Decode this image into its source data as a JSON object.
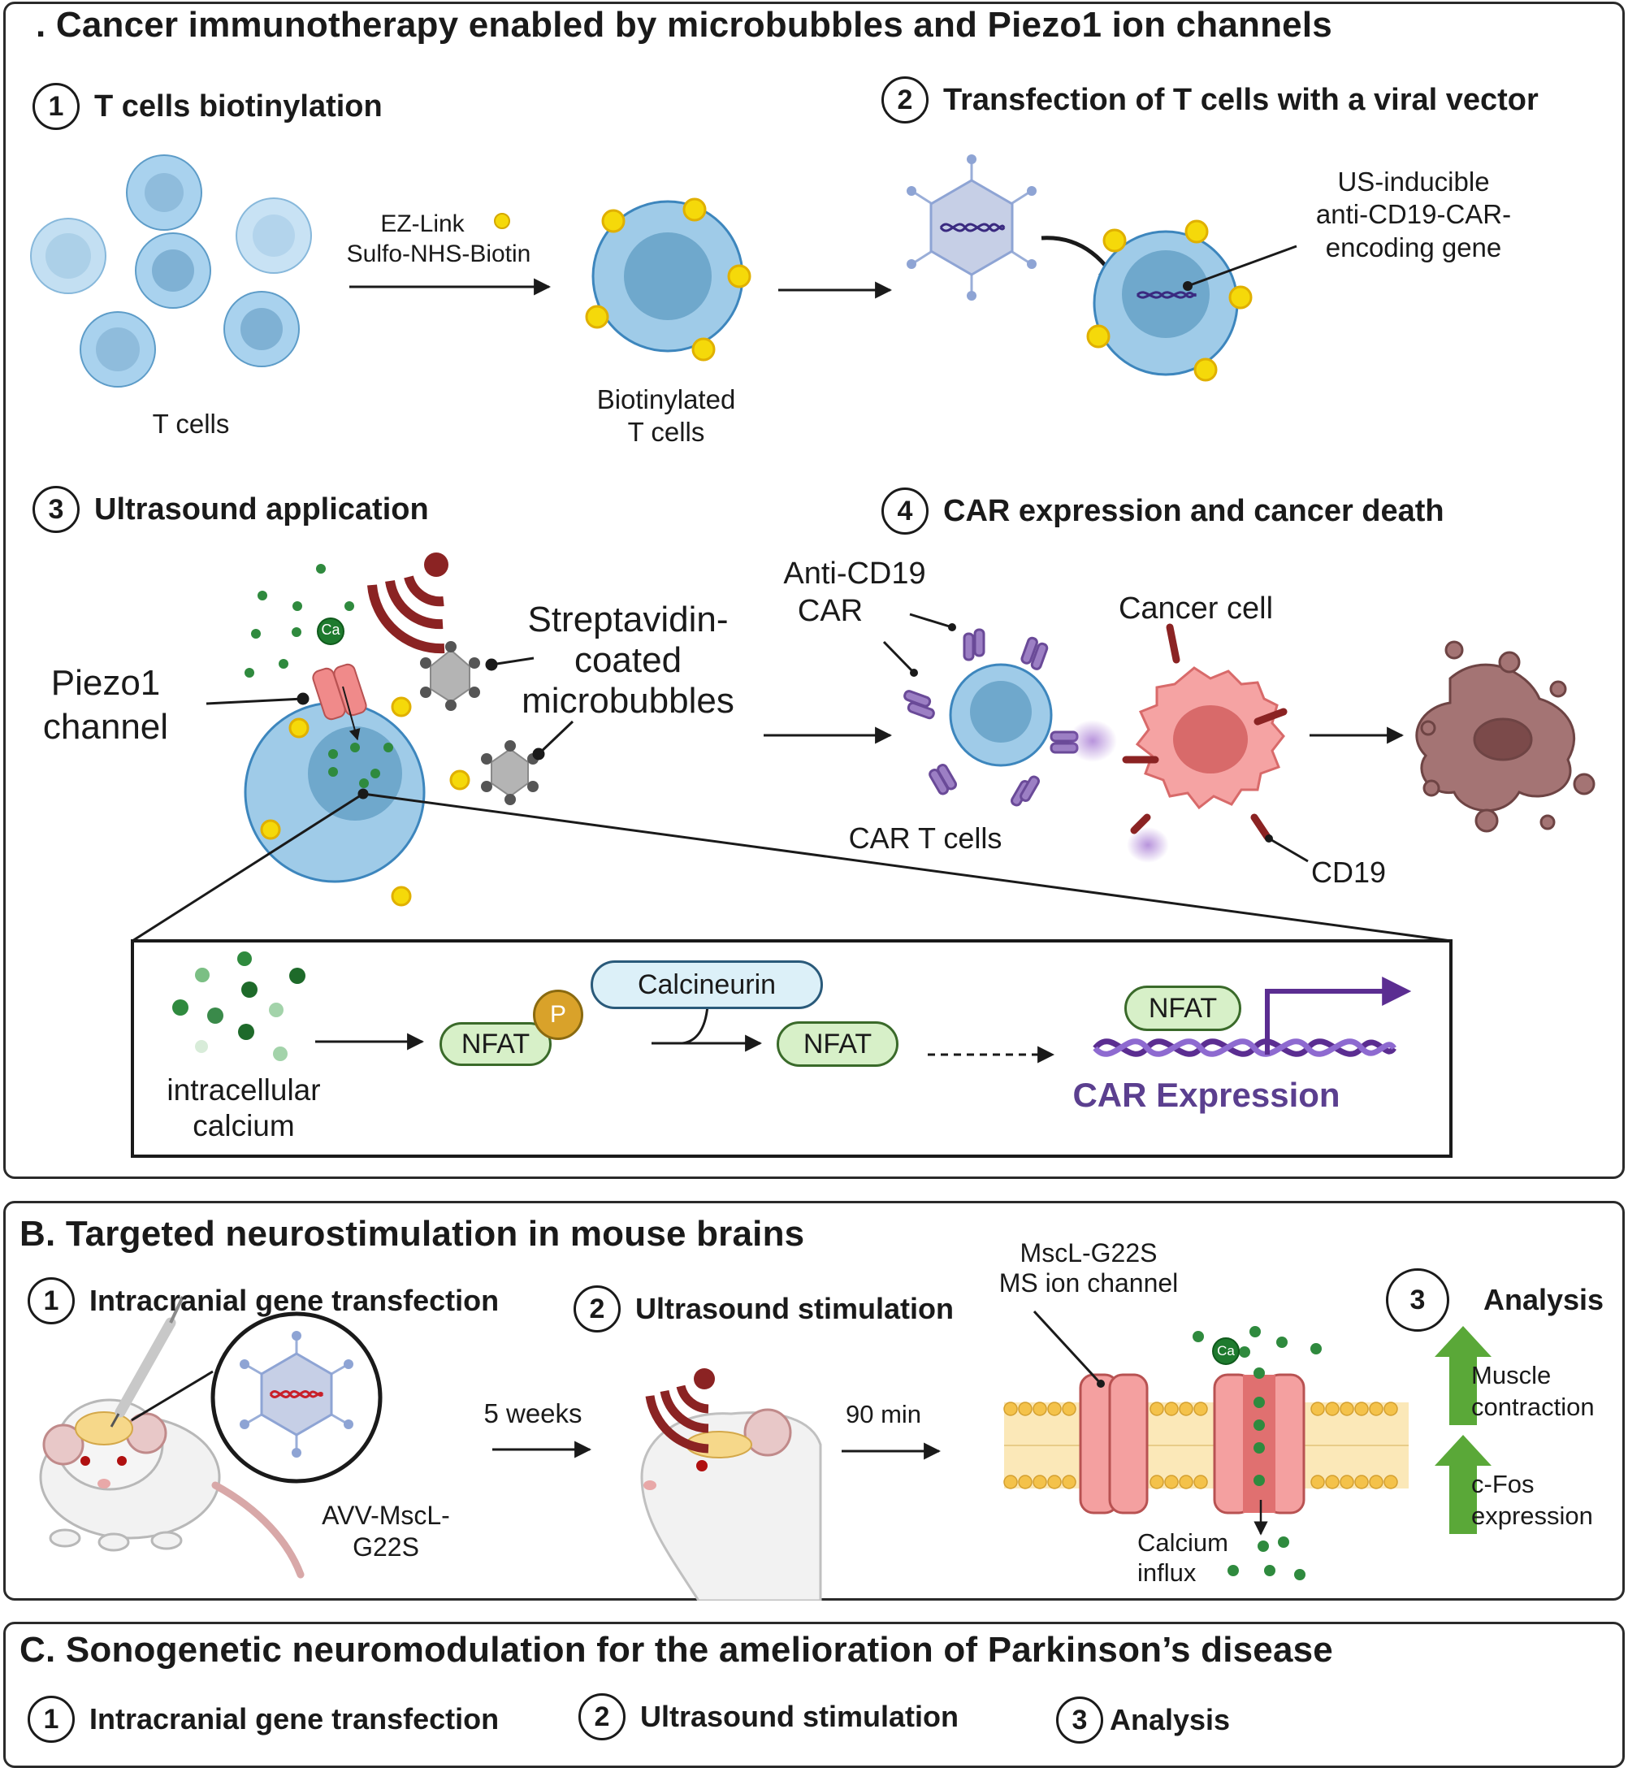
{
  "panelA": {
    "title": ". Cancer immunotherapy enabled by microbubbles and Piezo1 ion channels",
    "step1": {
      "num": "1",
      "label": "T cells biotinylation"
    },
    "step2": {
      "num": "2",
      "label": "Transfection of T cells with a viral vector"
    },
    "step3": {
      "num": "3",
      "label": "Ultrasound application"
    },
    "step4": {
      "num": "4",
      "label": "CAR expression and cancer death"
    },
    "reagent_line1": "EZ-Link",
    "reagent_line2": "Sulfo-NHS-Biotin",
    "t_cells": "T cells",
    "biotinylated_line1": "Biotinylated",
    "biotinylated_line2": "T cells",
    "gene_line1": "US-inducible",
    "gene_line2": "anti-CD19-CAR-",
    "gene_line3": "encoding gene",
    "piezo_line1": "Piezo1",
    "piezo_line2": "channel",
    "mb_line1": "Streptavidin-",
    "mb_line2": "coated",
    "mb_line3": "microbubbles",
    "ca_label": "Ca",
    "anticd19_line1": "Anti-CD19",
    "anticd19_line2": "CAR",
    "cancer_cell": "Cancer cell",
    "car_t_cells": "CAR T cells",
    "cd19": "CD19",
    "inset": {
      "calcium_line1": "intracellular",
      "calcium_line2": "calcium",
      "nfat": "NFAT",
      "p": "P",
      "calcineurin": "Calcineurin",
      "car_expression": "CAR Expression"
    }
  },
  "panelB": {
    "title": "B. Targeted neurostimulation in mouse brains",
    "step1": {
      "num": "1",
      "label": "Intracranial gene transfection"
    },
    "step2": {
      "num": "2",
      "label": "Ultrasound stimulation"
    },
    "step3": {
      "num": "3",
      "label": "Analysis"
    },
    "vector_line1": "AVV-MscL-",
    "vector_line2": "G22S",
    "weeks": "5 weeks",
    "minutes": "90 min",
    "channel_line1": "MscL-G22S",
    "channel_line2": "MS ion channel",
    "ca_label": "Ca",
    "influx_line1": "Calcium",
    "influx_line2": "influx",
    "muscle_line1": "Muscle",
    "muscle_line2": "contraction",
    "cfos_line1": "c-Fos",
    "cfos_line2": "expression"
  },
  "panelC": {
    "title": "C. Sonogenetic neuromodulation for the amelioration of Parkinson’s disease",
    "step1": {
      "num": "1",
      "label": "Intracranial gene transfection"
    },
    "step2": {
      "num": "2",
      "label": "Ultrasound stimulation"
    },
    "step3": {
      "num": "3",
      "label": "Analysis"
    }
  },
  "colors": {
    "cell_fill": "#9fcbe8",
    "nucleus": "#6fa8cc",
    "biotin": "#f5d90a",
    "piezo": "#f08a8a",
    "ultrasound": "#8b2323",
    "car_purple": "#7b5aa6",
    "cancer": "#f39a9a",
    "arrow_green": "#5aa838",
    "nfat_fill": "#d7f0c8"
  }
}
